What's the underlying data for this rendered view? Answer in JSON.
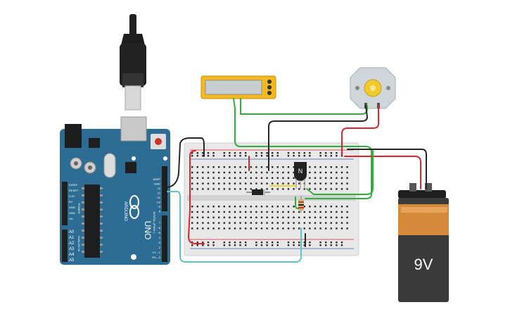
{
  "arduino": {
    "brand": "ARDUINO",
    "model": "UNO",
    "power_header_label": "POWER",
    "analog_header_label": "ANALOG IN",
    "digital_header_label": "DIGITAL (PWM~)",
    "analog_pins": [
      "A0",
      "A1",
      "A2",
      "A3",
      "A4",
      "A5"
    ],
    "power_pins": [
      "IOREF",
      "RESET",
      "3.3V",
      "5V",
      "GND",
      "GND",
      "Vin"
    ],
    "top_pins": [
      "AREF",
      "GND",
      "13",
      "12",
      "~11",
      "~10",
      "~9",
      "8"
    ],
    "digital_pins_low": [
      "7",
      "~6",
      "~5",
      "4",
      "~3",
      "2",
      "TX→1",
      "RX←0"
    ],
    "board_color": "#2d6d94"
  },
  "battery": {
    "label": "9V",
    "body_color": "#3a3a3a",
    "band_color": "#d48a3a"
  },
  "transistor": {
    "label": "N"
  },
  "motor": {
    "name": "dc-motor"
  },
  "multimeter": {
    "name": "multimeter"
  },
  "wire_colors": {
    "black": "#262626",
    "red": "#d8282e",
    "green": "#2fae3c",
    "cyan": "#5fc4c8",
    "yellow": "#e6d43a"
  }
}
